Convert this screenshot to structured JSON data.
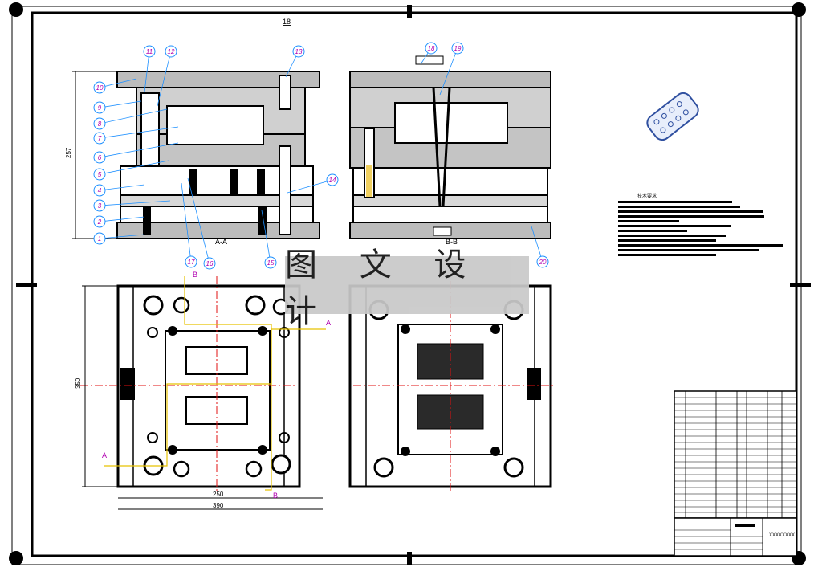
{
  "sheet_number": "18",
  "watermark": "图 文 设 计",
  "tech_requirements_title": "技术要求",
  "part_balloons": [
    "1",
    "2",
    "3",
    "4",
    "5",
    "6",
    "7",
    "8",
    "9",
    "10",
    "11",
    "12",
    "13",
    "14",
    "15",
    "16",
    "17",
    "18",
    "19",
    "20"
  ],
  "section_labels": {
    "aa": "A-A",
    "bb": "B-B",
    "a": "A",
    "b": "B"
  },
  "dimensions": {
    "height_left": "257",
    "plan_height": "350",
    "inner_width": "250",
    "outer_width": "390"
  },
  "title_block": {
    "drawing_code": "XXXXXXXX"
  },
  "colors": {
    "line": "#000000",
    "balloon": "#1e90ff",
    "center": "#e01010",
    "section": "#e6c200",
    "balloon_text": "#b000b0"
  }
}
